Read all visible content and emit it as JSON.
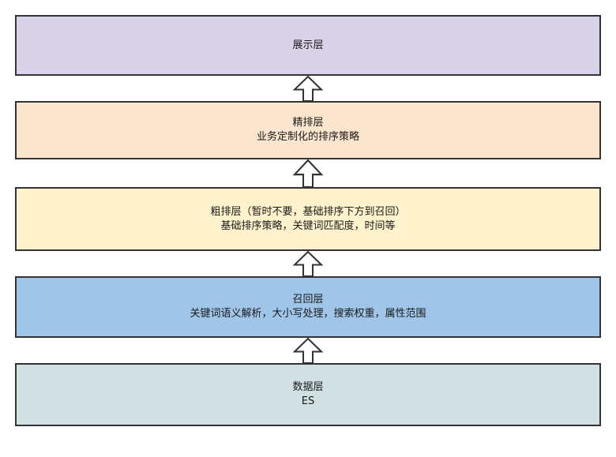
{
  "page": {
    "background": "#ffffff"
  },
  "diagram": {
    "description": "Layered search architecture diagram, bottom-up data flow",
    "border_color": "#333333",
    "text_color": "#1a1a1a",
    "layers": [
      {
        "id": "display",
        "title": "展示层",
        "subtitle": "",
        "fill": "#D9D2E9"
      },
      {
        "id": "fine-ranking",
        "title": "精排层",
        "subtitle": "业务定制化的排序策略",
        "fill": "#FCE5CD"
      },
      {
        "id": "coarse-ranking",
        "title": "粗排层（暂时不要，基础排序下方到召回）",
        "subtitle": "基础排序策略，关键词匹配度，时间等",
        "fill": "#FFF2CC"
      },
      {
        "id": "recall",
        "title": "召回层",
        "subtitle": "关键词语义解析，大小写处理，搜索权重，属性范围",
        "fill": "#9FC5E8"
      },
      {
        "id": "data",
        "title": "数据层",
        "subtitle": "ES",
        "fill": "#D0E0E3"
      }
    ],
    "arrow": {
      "direction": "up",
      "fill": "#ffffff",
      "stroke": "#333333"
    }
  }
}
